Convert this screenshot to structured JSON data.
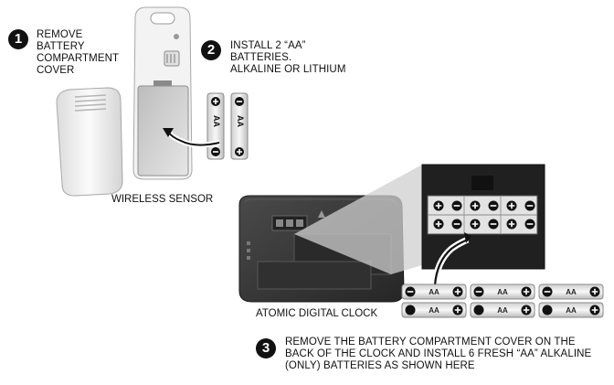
{
  "steps": [
    {
      "number": "1",
      "text": "REMOVE\nBATTERY\nCOMPARTMENT\nCOVER"
    },
    {
      "number": "2",
      "text": "INSTALL 2 “AA”\nBATTERIES.\nALKALINE OR LITHIUM"
    },
    {
      "number": "3",
      "text": "REMOVE THE BATTERY COMPARTMENT COVER ON THE\nBACK OF THE CLOCK AND INSTALL 6 FRESH “AA” ALKALINE\n(ONLY) BATTERIES AS SHOWN HERE"
    }
  ],
  "captions": {
    "sensor": "WIRELESS SENSOR",
    "clock": "ATOMIC DIGITAL CLOCK"
  },
  "battery_label": "AA",
  "colors": {
    "ink": "#111111",
    "plastic": "#f2f2f2",
    "clock_body": "#3a3a3a",
    "zoom_panel": "#d9d9d9",
    "battery": "#e6e6e6"
  },
  "icons": [
    "plus-terminal-icon",
    "minus-terminal-icon",
    "curved-arrow-icon"
  ]
}
